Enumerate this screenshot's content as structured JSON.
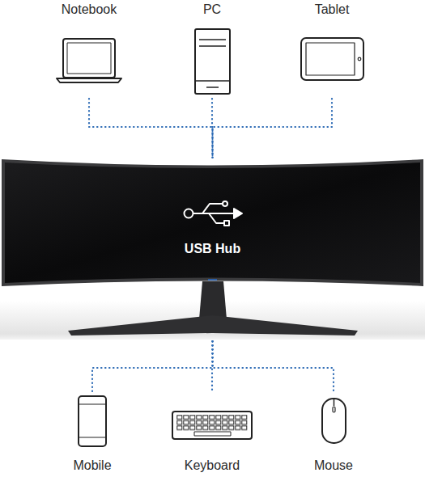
{
  "diagram": {
    "nodes": [
      {
        "text": [
          "Notebook"
        ]
      },
      {
        "text": [
          "PC"
        ]
      },
      {
        "text": [
          "Tablet"
        ]
      },
      {
        "text": [
          "USB Hub"
        ]
      },
      {
        "text": [
          "Mobile"
        ]
      },
      {
        "text": [
          "Keyboard"
        ]
      },
      {
        "text": [
          "Mouse"
        ]
      }
    ],
    "edges": [
      {
        "from": 0,
        "to": 3,
        "arrow": "none"
      },
      {
        "from": 1,
        "to": 3,
        "arrow": "none"
      },
      {
        "from": 2,
        "to": 3,
        "arrow": "none"
      },
      {
        "from": 3,
        "to": 4,
        "arrow": "none"
      },
      {
        "from": 3,
        "to": 5,
        "arrow": "none"
      },
      {
        "from": 3,
        "to": 6,
        "arrow": "none"
      }
    ]
  }
}
